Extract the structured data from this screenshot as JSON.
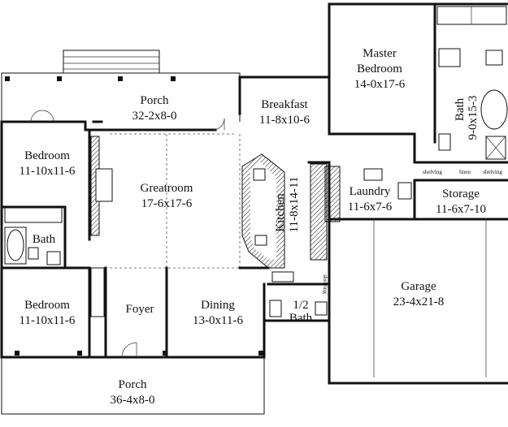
{
  "rooms": {
    "porch_rear": {
      "name": "Porch",
      "size": "32-2x8-0"
    },
    "breakfast": {
      "name": "Breakfast",
      "size": "11-8x10-6"
    },
    "master_bedroom": {
      "name_line1": "Master",
      "name_line2": "Bedroom",
      "size": "14-0x17-6"
    },
    "master_bath": {
      "name": "Bath",
      "size": "9-0x15-3"
    },
    "bedroom_upper": {
      "name": "Bedroom",
      "size": "11-10x11-6"
    },
    "greatroom": {
      "name": "Greatroom",
      "size": "17-6x17-6"
    },
    "kitchen": {
      "name": "Kitchen",
      "size": "11-8x14-11"
    },
    "laundry": {
      "name": "Laundry",
      "size": "11-6x7-6"
    },
    "storage": {
      "name": "Storage",
      "size": "11-6x7-10"
    },
    "bath_left": {
      "name": "Bath"
    },
    "bedroom_lower": {
      "name": "Bedroom",
      "size": "11-10x11-6"
    },
    "foyer": {
      "name": "Foyer"
    },
    "dining": {
      "name": "Dining",
      "size": "13-0x11-6"
    },
    "half_bath": {
      "name_line1": "1/2",
      "name_line2": "Bath"
    },
    "garage": {
      "name": "Garage",
      "size": "23-4x21-8"
    },
    "porch_front": {
      "name": "Porch",
      "size": "36-4x8-0"
    }
  },
  "labels": {
    "shelving_left": "shelving",
    "linen": "linen",
    "shelving_right": "shelving",
    "shelving_vertical": "shelving"
  }
}
